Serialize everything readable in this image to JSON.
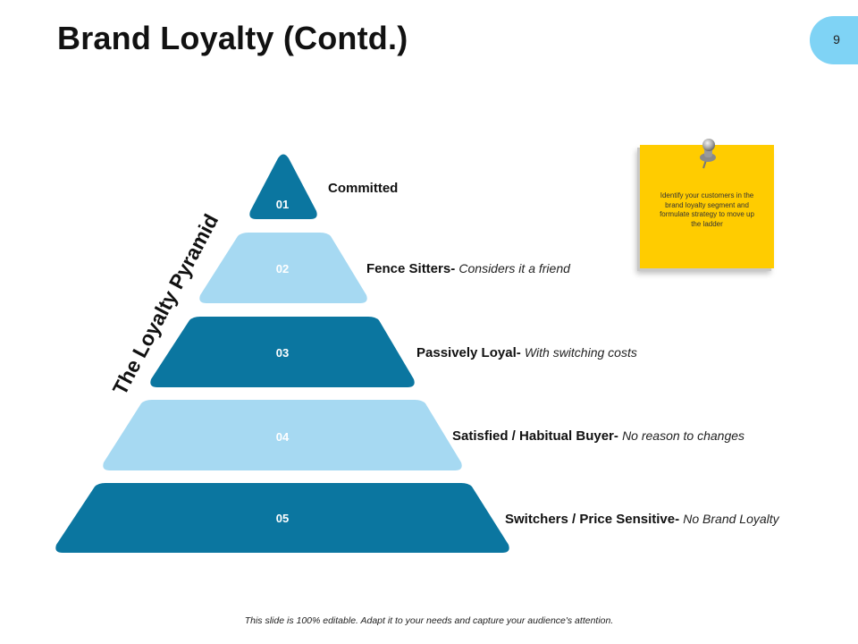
{
  "slide": {
    "title": "Brand Loyalty (Contd.)",
    "page_number": "9",
    "footer": "This slide is 100% editable. Adapt it to your needs and capture your audience's attention."
  },
  "pyramid": {
    "side_title": "The Loyalty Pyramid",
    "tiers": [
      {
        "number": "01",
        "name": "Committed",
        "description": ""
      },
      {
        "number": "02",
        "name": "Fence Sitters",
        "description": "Considers it a friend"
      },
      {
        "number": "03",
        "name": "Passively Loyal",
        "description": "With switching costs"
      },
      {
        "number": "04",
        "name": "Satisfied / Habitual Buyer",
        "description": "No reason to changes"
      },
      {
        "number": "05",
        "name": "Switchers / Price Sensitive",
        "description": "No Brand Loyalty"
      }
    ],
    "separator": "- "
  },
  "sticky_note": {
    "text": "Identify your customers in the brand loyalty segment and formulate strategy to move up the ladder"
  },
  "colors": {
    "dark_blue": "#0b76a0",
    "light_blue": "#a6d9f2",
    "note_yellow": "#ffcc00",
    "badge_blue": "#7fd3f5"
  },
  "icons": {
    "pin": "pushpin-icon"
  }
}
